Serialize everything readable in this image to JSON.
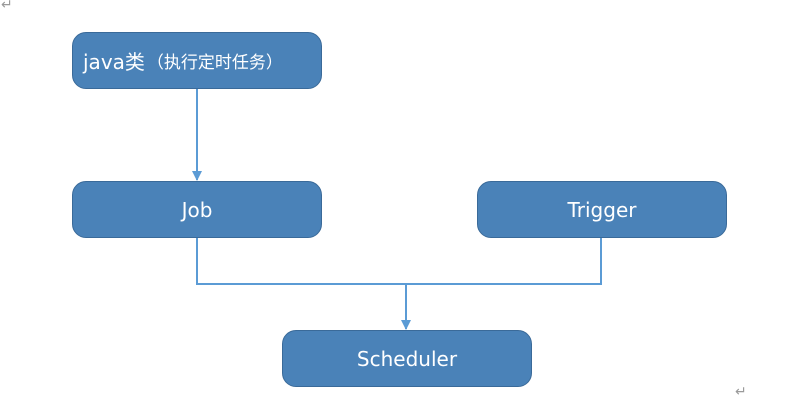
{
  "diagram": {
    "nodes": {
      "java_class": {
        "label_main": "java类",
        "label_sub": "（执行定时任务）"
      },
      "job": {
        "label": "Job"
      },
      "trigger": {
        "label": "Trigger"
      },
      "scheduler": {
        "label": "Scheduler"
      }
    },
    "edges": [
      {
        "from": "java_class",
        "to": "job"
      },
      {
        "from": "job",
        "to": "scheduler"
      },
      {
        "from": "trigger",
        "to": "scheduler"
      }
    ],
    "colors": {
      "node_fill": "#4a82b8",
      "node_border": "#3a6a99",
      "node_text": "#ffffff",
      "connector": "#5b9bd5"
    }
  },
  "document_marks": {
    "paragraph_mark": "↵"
  }
}
